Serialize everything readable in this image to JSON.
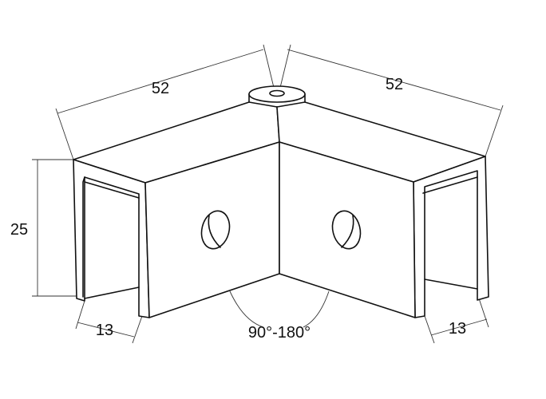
{
  "dimensions": {
    "top_left_length": "52",
    "top_right_length": "52",
    "height": "25",
    "bottom_left_width": "13",
    "bottom_right_width": "13",
    "angle_range": "90°-180°"
  },
  "colors": {
    "line": "#111111",
    "background": "#ffffff"
  }
}
